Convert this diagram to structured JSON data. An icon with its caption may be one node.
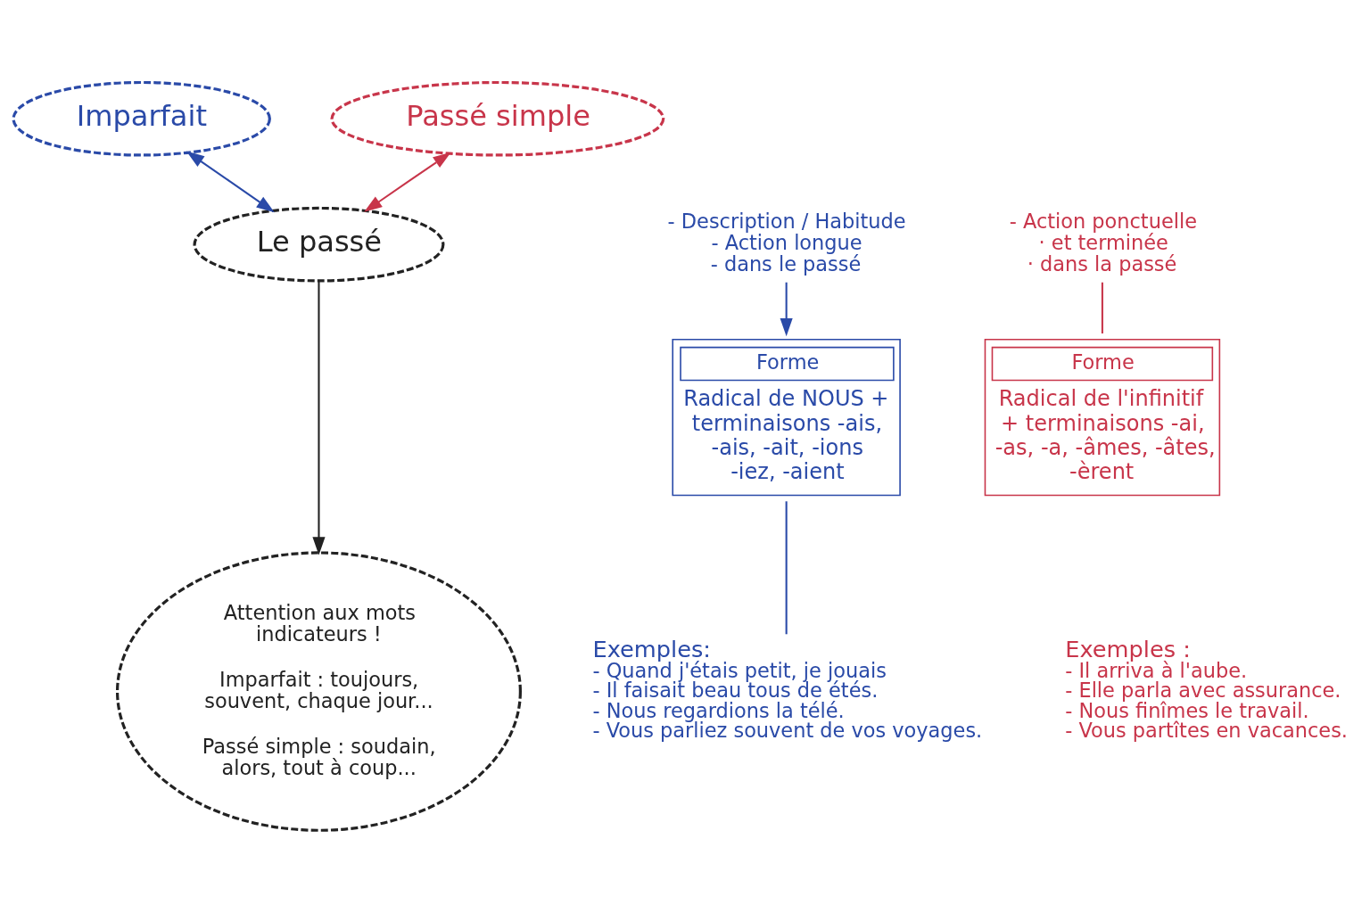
{
  "diagram": {
    "nodes": [
      {
        "text": [
          "Imparfait"
        ]
      },
      {
        "text": [
          "Passé simple"
        ]
      },
      {
        "text": [
          "- Description / Habitude",
          "- Action longue",
          "- dans le passé"
        ]
      },
      {
        "text": [
          "- Action ponctuelle",
          "· et terminée",
          "· dans la passé"
        ]
      },
      {
        "text": [
          "Le passé"
        ]
      },
      {
        "text": [
          "Forme",
          "Radical de NOUS + terminaisons -ais, -ais, -ait, -ions -iez, -aient"
        ]
      },
      {
        "text": [
          "Forme",
          "Radical de l'infinitif + terminaisons -ai, -as, -a, -âmes, -âtes, -èrent"
        ]
      },
      {
        "text": [
          "Exemples:",
          "- Quand j'étais petit, je jouais",
          "- Il faisait beau tous de étés.",
          "- Nous regardions la télé.",
          "- Vous parliez souvent de vos voyages."
        ]
      },
      {
        "text": [
          "Attention aux mots indicateurs !",
          "Imparfait : toujours, souvent, chaque jour...",
          "Passé simple : soudain, alors, tout à coup..."
        ]
      },
      {
        "text": [
          "Exemples :",
          "- Il arriva à l'aube.",
          "- Elle parla avec assurance.",
          "- Nous finîmes le travail.",
          "- Vous partîtes en vacances."
        ]
      }
    ],
    "edges": [
      {
        "from": 4,
        "to": 0,
        "arrow": "both",
        "color": "#2a4aa8"
      },
      {
        "from": 4,
        "to": 1,
        "arrow": "both",
        "color": "#c8354a"
      },
      {
        "from": 2,
        "to": 5,
        "arrow": "to",
        "color": "#2a4aa8"
      },
      {
        "from": 3,
        "to": 6,
        "arrow": "none",
        "color": "#c8354a"
      },
      {
        "from": 5,
        "to": 7,
        "arrow": "none",
        "color": "#2a4aa8"
      },
      {
        "from": 4,
        "to": 8,
        "arrow": "to",
        "color": "#222222"
      }
    ]
  }
}
